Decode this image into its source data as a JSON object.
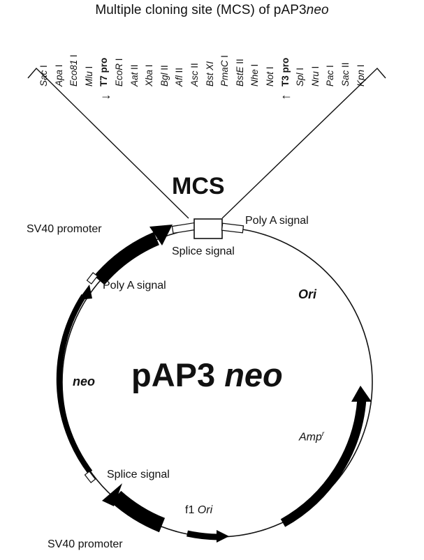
{
  "title": {
    "prefix": "Multiple cloning site (MCS) of pAP3",
    "suffix": "neo"
  },
  "sites": [
    {
      "name": "Sac",
      "num": " I",
      "bold": false
    },
    {
      "name": "Apa",
      "num": " I",
      "bold": false
    },
    {
      "name": "Eco81",
      "num": " I",
      "bold": false
    },
    {
      "name": "Mlu",
      "num": " I",
      "bold": false
    },
    {
      "name": "T7 pro",
      "num": "",
      "bold": true
    },
    {
      "name": "EcoR",
      "num": " I",
      "bold": false
    },
    {
      "name": "Aat",
      "num": " II",
      "bold": false
    },
    {
      "name": "Xba",
      "num": " I",
      "bold": false
    },
    {
      "name": "Bgl",
      "num": " II",
      "bold": false
    },
    {
      "name": "Afl",
      "num": " II",
      "bold": false
    },
    {
      "name": "Asc",
      "num": " II",
      "bold": false
    },
    {
      "name": "Bst XI",
      "num": "",
      "bold": false
    },
    {
      "name": "PmaC",
      "num": " I",
      "bold": false
    },
    {
      "name": "BstE",
      "num": " II",
      "bold": false
    },
    {
      "name": "Nhe",
      "num": " I",
      "bold": false
    },
    {
      "name": "Not",
      "num": " I",
      "bold": false
    },
    {
      "name": "T3 pro",
      "num": "",
      "bold": true
    },
    {
      "name": "Spl",
      "num": " I",
      "bold": false
    },
    {
      "name": "Nru",
      "num": " I",
      "bold": false
    },
    {
      "name": "Pac",
      "num": " I",
      "bold": false
    },
    {
      "name": "Sac",
      "num": " II",
      "bold": false
    },
    {
      "name": "Kpn",
      "num": " I",
      "bold": false
    }
  ],
  "arrows": {
    "t7": "→",
    "t3": "←"
  },
  "mcs_label": "MCS",
  "plasmid_name": {
    "prefix": "pAP3 ",
    "suffix": "neo"
  },
  "labels": {
    "sv40_promoter_top": "SV40 promoter",
    "splice_signal_top": "Splice signal",
    "polya_signal_top": "Poly A signal",
    "polya_signal_left": "Poly A signal",
    "ori": "Ori",
    "neo": "neo",
    "amp": "Amp",
    "amp_sup": "r",
    "splice_signal_bottom": "Splice signal",
    "f1_prefix": "f1 ",
    "f1_ori": "Ori",
    "sv40_promoter_bottom": "SV40 promoter"
  }
}
